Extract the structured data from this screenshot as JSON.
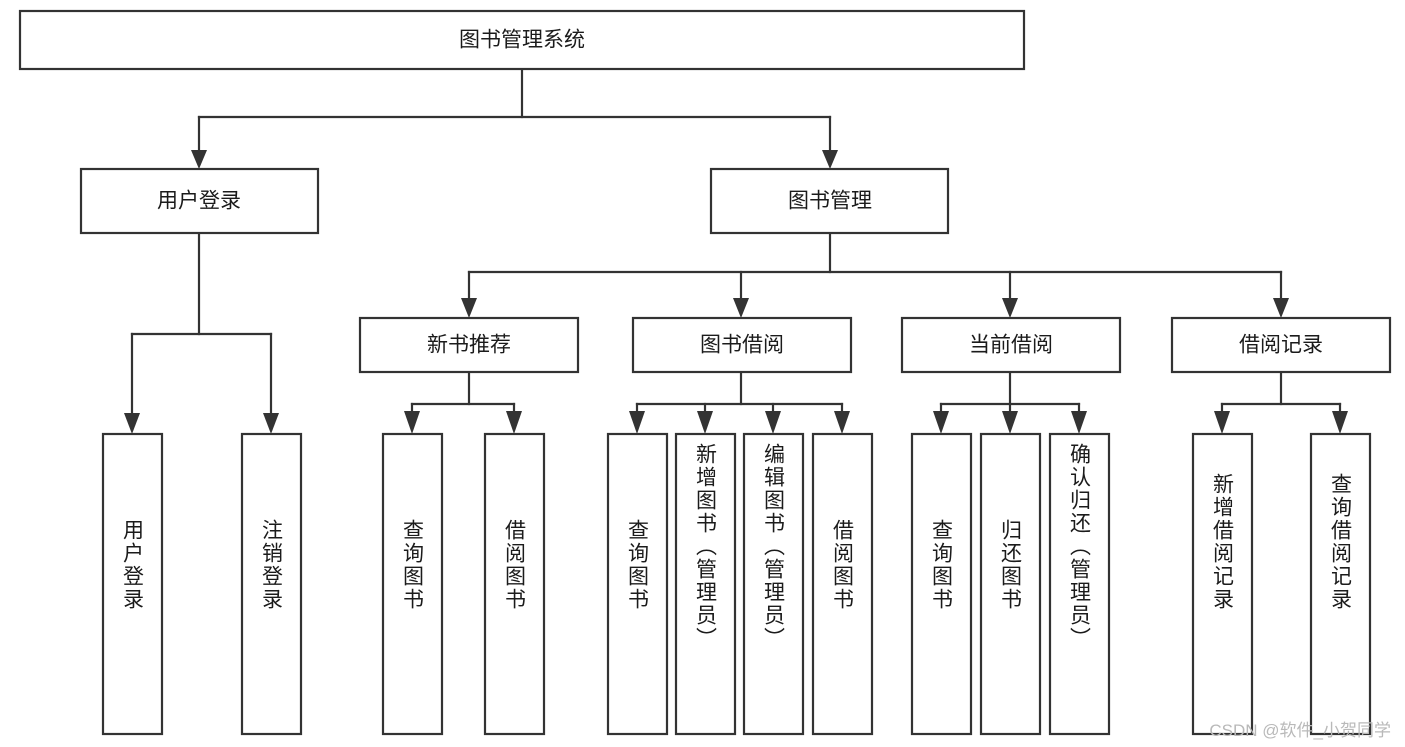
{
  "diagram": {
    "type": "tree",
    "title": "图书管理系统",
    "orientation": "top-down",
    "watermark": "CSDN @软件_小贺同学",
    "colors": {
      "stroke": "#333333",
      "fill": "#ffffff",
      "text": "#1b1b1b",
      "watermark": "#b9b9b9"
    },
    "nodes": {
      "root": {
        "label": "图书管理系统",
        "level": 0,
        "orientation": "horizontal"
      },
      "l1_0": {
        "label": "用户登录",
        "level": 1,
        "orientation": "horizontal"
      },
      "l1_1": {
        "label": "图书管理",
        "level": 1,
        "orientation": "horizontal"
      },
      "l2_0": {
        "label": "新书推荐",
        "level": 2,
        "orientation": "horizontal"
      },
      "l2_1": {
        "label": "图书借阅",
        "level": 2,
        "orientation": "horizontal"
      },
      "l2_2": {
        "label": "当前借阅",
        "level": 2,
        "orientation": "horizontal"
      },
      "l2_3": {
        "label": "借阅记录",
        "level": 2,
        "orientation": "horizontal"
      },
      "leaf_0": {
        "label": "用户登录",
        "level": 3,
        "orientation": "vertical"
      },
      "leaf_1": {
        "label": "注销登录",
        "level": 3,
        "orientation": "vertical"
      },
      "leaf_2": {
        "label": "查询图书",
        "level": 3,
        "orientation": "vertical"
      },
      "leaf_3": {
        "label": "借阅图书",
        "level": 3,
        "orientation": "vertical"
      },
      "leaf_4": {
        "label": "查询图书",
        "level": 3,
        "orientation": "vertical"
      },
      "leaf_5": {
        "label": "新增图书（管理员）",
        "level": 3,
        "orientation": "vertical"
      },
      "leaf_6": {
        "label": "编辑图书（管理员）",
        "level": 3,
        "orientation": "vertical"
      },
      "leaf_7": {
        "label": "借阅图书",
        "level": 3,
        "orientation": "vertical"
      },
      "leaf_8": {
        "label": "查询图书",
        "level": 3,
        "orientation": "vertical"
      },
      "leaf_9": {
        "label": "归还图书",
        "level": 3,
        "orientation": "vertical"
      },
      "leaf_10": {
        "label": "确认归还（管理员）",
        "level": 3,
        "orientation": "vertical"
      },
      "leaf_11": {
        "label": "新增借阅记录",
        "level": 3,
        "orientation": "vertical"
      },
      "leaf_12": {
        "label": "查询借阅记录",
        "level": 3,
        "orientation": "vertical"
      }
    },
    "edges": [
      {
        "from": "root",
        "to": "l1_0"
      },
      {
        "from": "root",
        "to": "l1_1"
      },
      {
        "from": "l1_0",
        "to": "leaf_0"
      },
      {
        "from": "l1_0",
        "to": "leaf_1"
      },
      {
        "from": "l1_1",
        "to": "l2_0"
      },
      {
        "from": "l1_1",
        "to": "l2_1"
      },
      {
        "from": "l1_1",
        "to": "l2_2"
      },
      {
        "from": "l1_1",
        "to": "l2_3"
      },
      {
        "from": "l2_0",
        "to": "leaf_2"
      },
      {
        "from": "l2_0",
        "to": "leaf_3"
      },
      {
        "from": "l2_1",
        "to": "leaf_4"
      },
      {
        "from": "l2_1",
        "to": "leaf_5"
      },
      {
        "from": "l2_1",
        "to": "leaf_6"
      },
      {
        "from": "l2_1",
        "to": "leaf_7"
      },
      {
        "from": "l2_2",
        "to": "leaf_8"
      },
      {
        "from": "l2_2",
        "to": "leaf_9"
      },
      {
        "from": "l2_2",
        "to": "leaf_10"
      },
      {
        "from": "l2_3",
        "to": "leaf_11"
      },
      {
        "from": "l2_3",
        "to": "leaf_12"
      }
    ]
  }
}
